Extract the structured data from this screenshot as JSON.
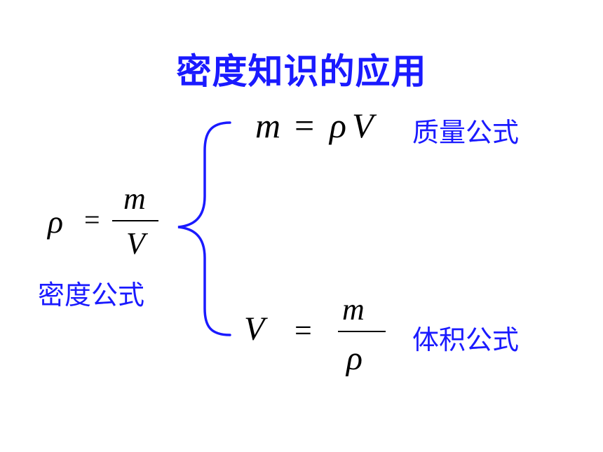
{
  "title": "密度知识的应用",
  "colors": {
    "accent": "#1a1aff",
    "text": "#000000"
  },
  "density_formula": {
    "symbol": "ρ",
    "equals": "=",
    "numerator": "m",
    "denominator": "V",
    "label": "密度公式"
  },
  "mass_formula": {
    "lhs": "m",
    "equals": "=",
    "rhs_rho": "ρ",
    "rhs_v": "V",
    "label": "质量公式"
  },
  "volume_formula": {
    "lhs": "V",
    "equals": "=",
    "numerator": "m",
    "denominator": "ρ",
    "label": "体积公式"
  }
}
